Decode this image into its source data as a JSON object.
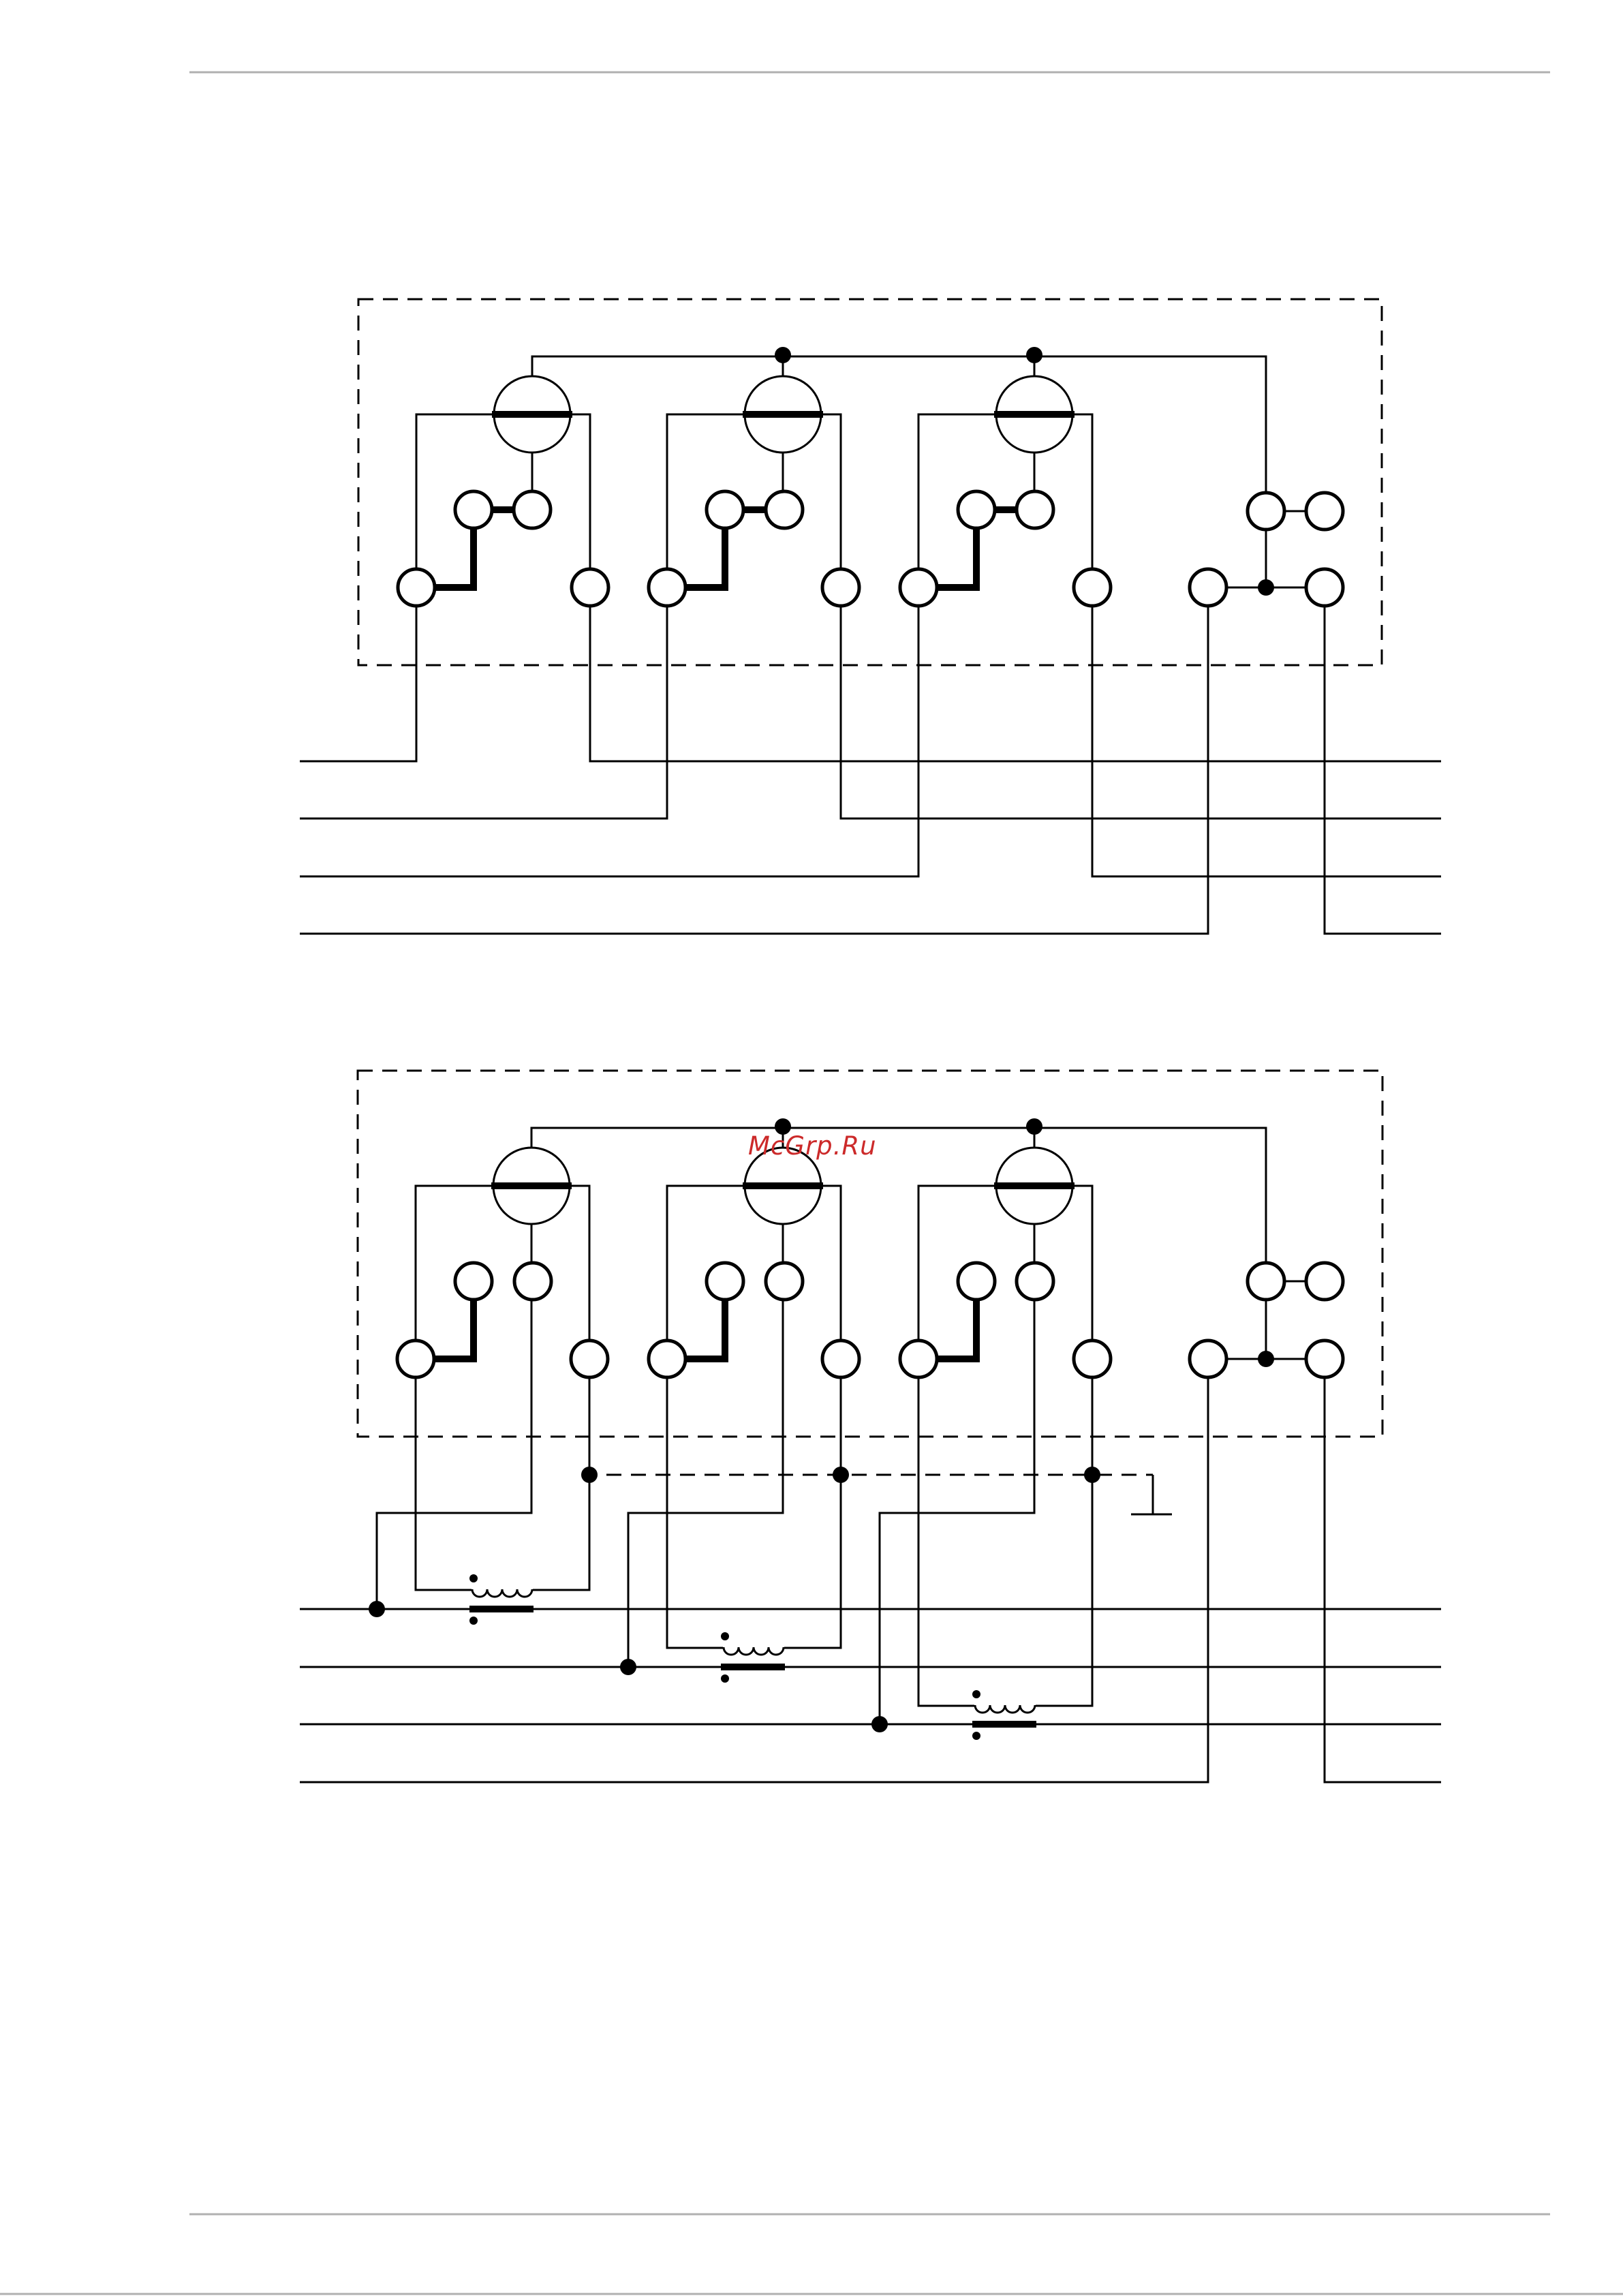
{
  "watermark": {
    "text": "McGrp.Ru",
    "color": "#cc2a2a"
  },
  "diagrams": [
    {
      "name": "direct-connection-scheme",
      "measuring_elements": 3,
      "line_wires": 4,
      "current_transformers": 0
    },
    {
      "name": "transformer-connection-scheme",
      "measuring_elements": 3,
      "line_wires": 4,
      "current_transformers": 3
    }
  ]
}
